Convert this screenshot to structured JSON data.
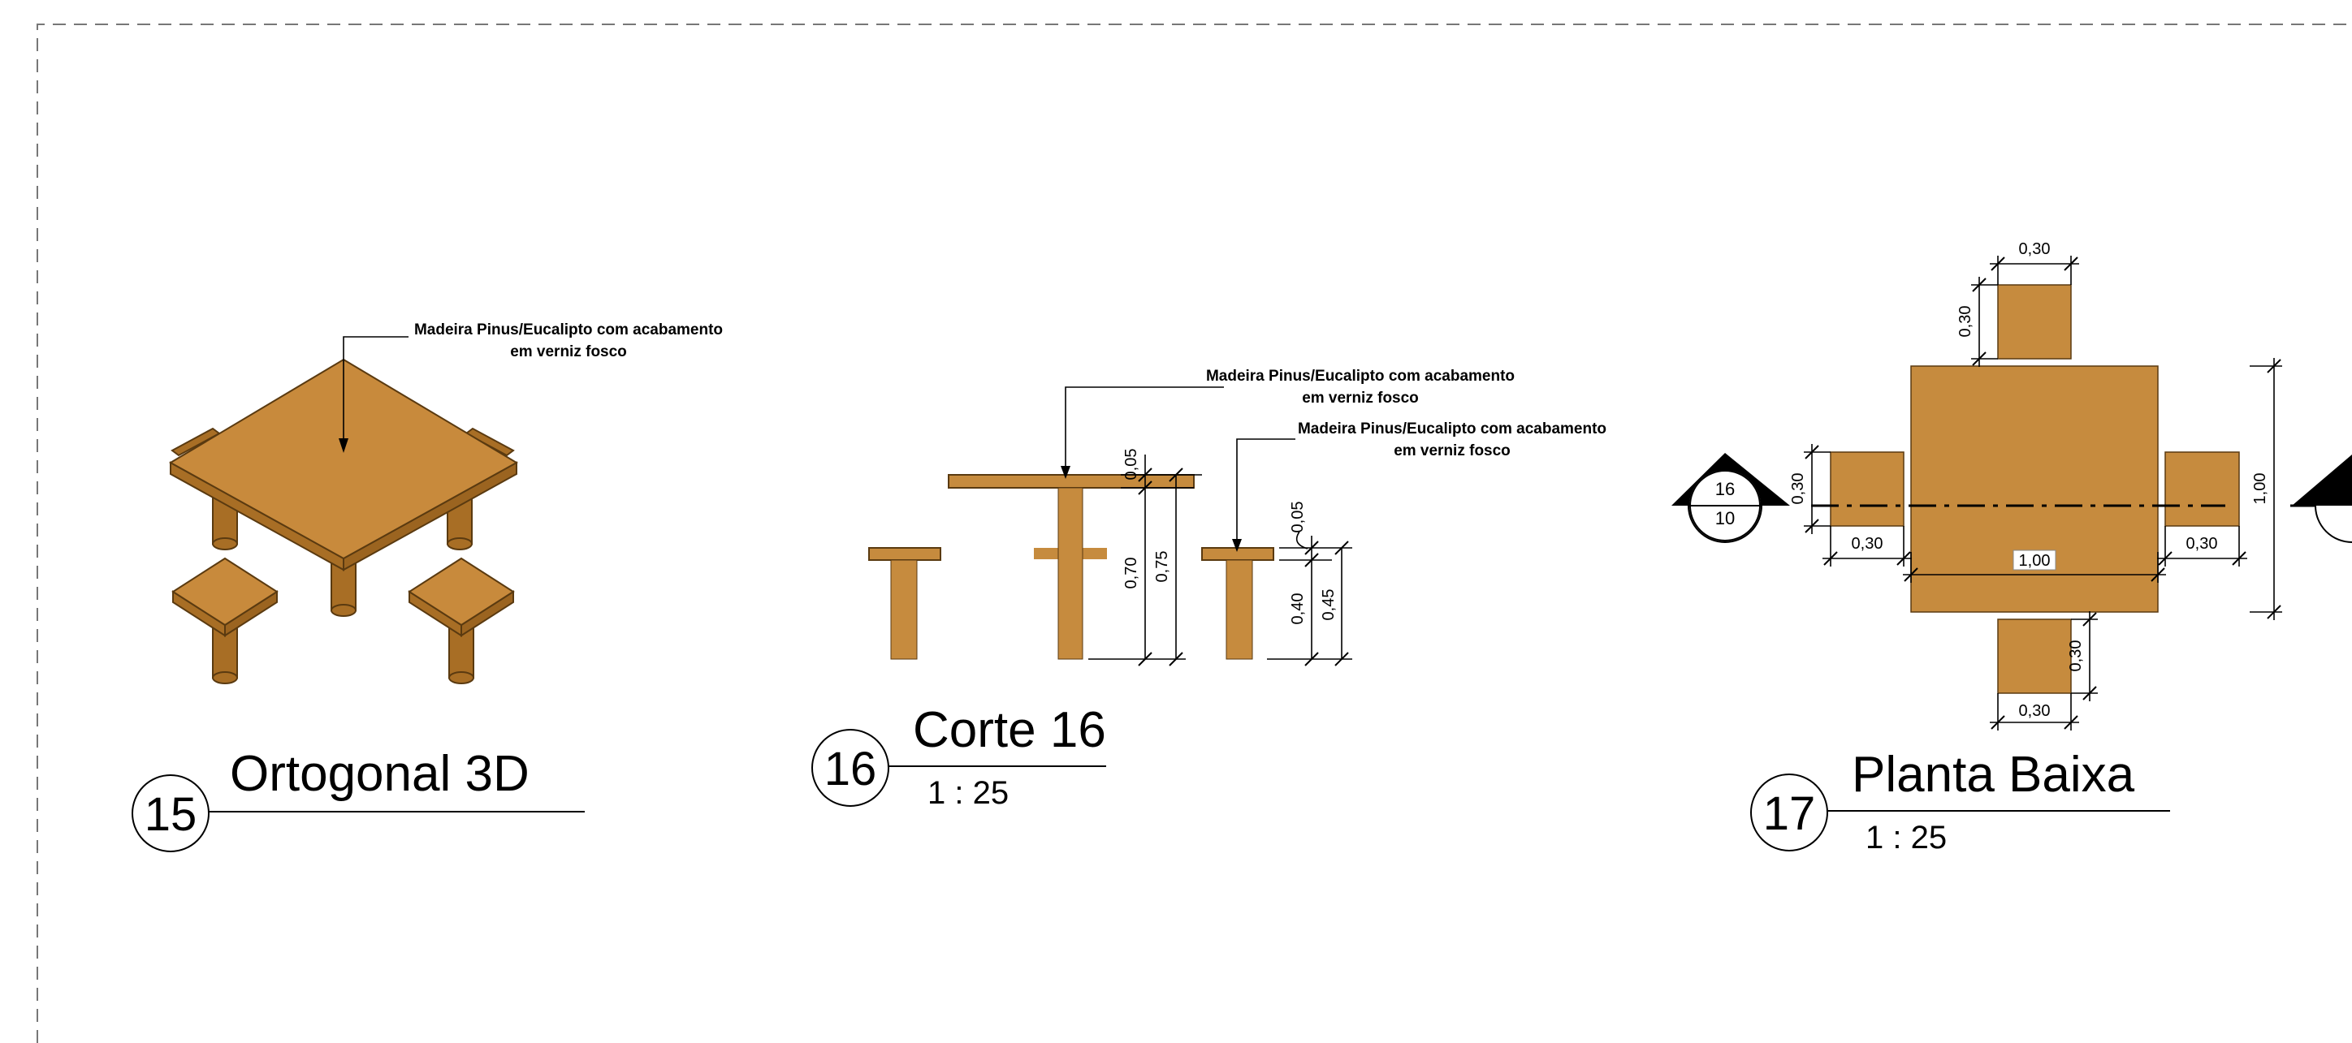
{
  "material_note": {
    "line1": "Madeira Pinus/Eucalipto com acabamento",
    "line2": "em verniz fosco"
  },
  "views": [
    {
      "number": "15",
      "title": "Ortogonal 3D",
      "scale": ""
    },
    {
      "number": "16",
      "title": "Corte 16",
      "scale": "1 : 25"
    },
    {
      "number": "17",
      "title": "Planta Baixa",
      "scale": "1 : 25"
    }
  ],
  "section_dims": {
    "tabletop_thickness": "0,05",
    "table_height_inner": "0,70",
    "table_height_total": "0,75",
    "seat_thickness": "0,05",
    "seat_height_inner": "0,40",
    "seat_height_total": "0,45"
  },
  "plan_dims": {
    "stool_width_top": "0,30",
    "stool_depth_top": "0,30",
    "stool_depth_left": "0,30",
    "stool_width_left": "0,30",
    "table_width": "1,00",
    "table_depth": "1,00",
    "stool_width_right": "0,30",
    "stool_depth_bottom": "0,30",
    "stool_width_bottom": "0,30"
  },
  "section_marker": {
    "top": "16",
    "bottom": "10"
  }
}
